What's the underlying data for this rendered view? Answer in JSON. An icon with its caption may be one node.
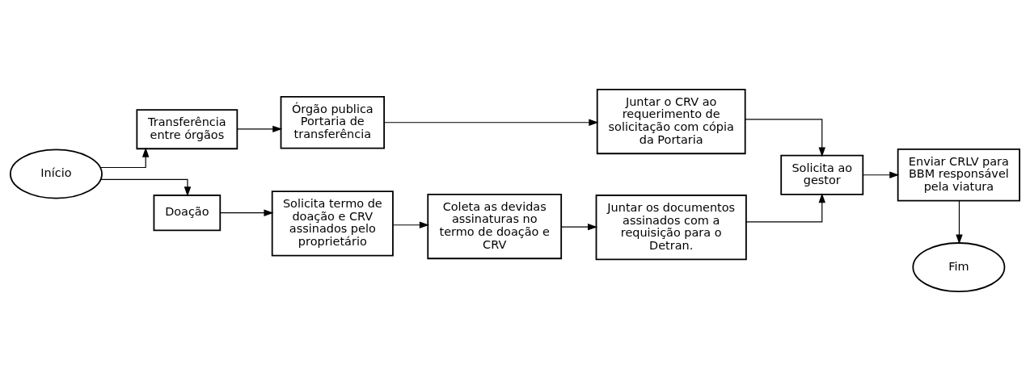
{
  "diagram": {
    "nodes": [
      {
        "text": [
          "Início"
        ]
      },
      {
        "text": [
          "Transferência entre órgãos"
        ]
      },
      {
        "text": [
          "Órgão publica Portaria de transferência"
        ]
      },
      {
        "text": [
          "Juntar o CRV ao requerimento de solicitação com cópia da Portaria"
        ]
      },
      {
        "text": [
          "Doação"
        ]
      },
      {
        "text": [
          "Solicita termo de doação e CRV assinados pelo proprietário"
        ]
      },
      {
        "text": [
          "Coleta as devidas assinaturas no termo de doação e CRV"
        ]
      },
      {
        "text": [
          "Juntar os documentos assinados com a requisição para o Detran."
        ]
      },
      {
        "text": [
          "Solicita ao gestor"
        ]
      },
      {
        "text": [
          "Enviar CRLV para BBM responsável pela viatura"
        ]
      },
      {
        "text": [
          "Fim"
        ]
      }
    ],
    "edges": [
      {
        "from": 0,
        "to": 1,
        "arrow": "to"
      },
      {
        "from": 0,
        "to": 4,
        "arrow": "to"
      },
      {
        "from": 1,
        "to": 2,
        "arrow": "to"
      },
      {
        "from": 2,
        "to": 3,
        "arrow": "to"
      },
      {
        "from": 3,
        "to": 8,
        "arrow": "to"
      },
      {
        "from": 4,
        "to": 5,
        "arrow": "to"
      },
      {
        "from": 5,
        "to": 6,
        "arrow": "to"
      },
      {
        "from": 6,
        "to": 7,
        "arrow": "to"
      },
      {
        "from": 7,
        "to": 8,
        "arrow": "to"
      },
      {
        "from": 8,
        "to": 9,
        "arrow": "to"
      },
      {
        "from": 9,
        "to": 10,
        "arrow": "to"
      }
    ]
  }
}
